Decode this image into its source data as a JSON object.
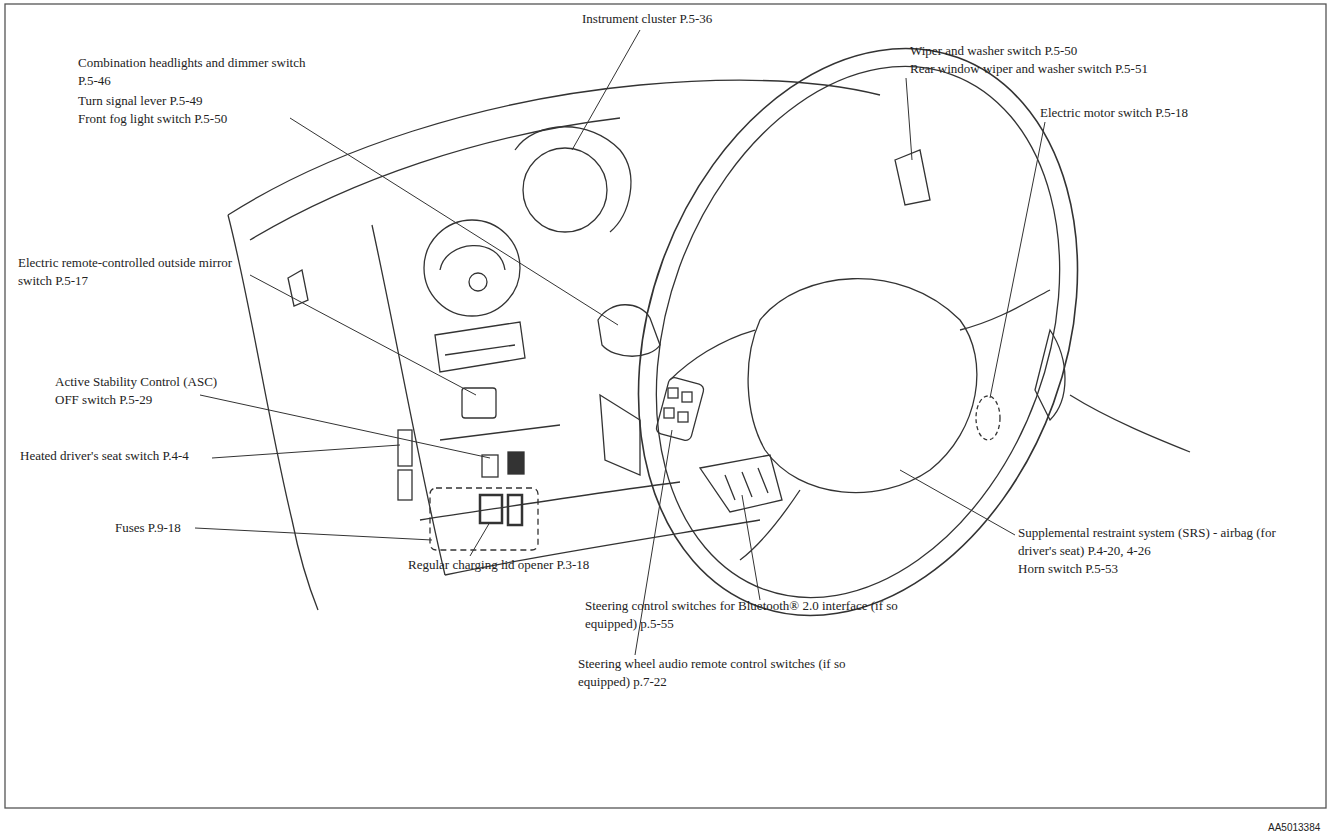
{
  "diagram": {
    "labels": [
      "Instrument cluster P.5-36",
      "Combination headlights and dimmer switch P.5-46",
      "Turn signal lever P.5-49",
      "Front fog light switch P.5-50",
      "Wiper and washer switch P.5-50",
      "Rear window wiper and washer switch P.5-51",
      "Electric motor switch P.5-18",
      "Electric remote-controlled outside mirror switch P.5-17",
      "Active Stability Control (ASC) OFF switch P.5-29",
      "Heated driver's seat switch P.4-4",
      "Fuses P.9-18",
      "Regular charging lid opener P.3-18",
      "Supplemental restraint system (SRS) - airbag (for driver's seat) P.4-20, 4-26",
      "Horn switch P.5-53",
      "Steering control switches for Bluetooth® 2.0 interface (if so equipped) p.5-55",
      "Steering wheel audio remote control switches (if so equipped) p.7-22",
      "AA5013384"
    ]
  }
}
